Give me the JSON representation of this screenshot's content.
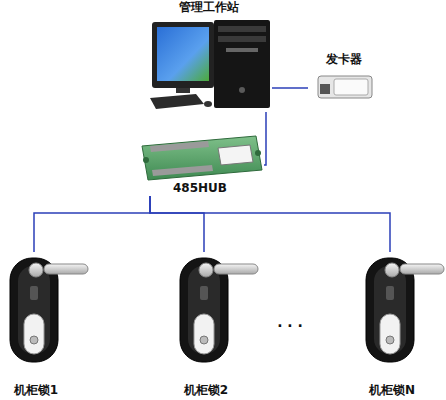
{
  "diagram": {
    "nodes": [
      {
        "text": [
          "管理工作站"
        ]
      },
      {
        "text": [
          "发卡器"
        ]
      },
      {
        "text": [
          "485HUB"
        ]
      },
      {
        "text": [
          "机柜锁1"
        ]
      },
      {
        "text": [
          "机柜锁2"
        ]
      },
      {
        "text": [
          "机柜锁N"
        ]
      }
    ],
    "edges": [
      {
        "from": 0,
        "to": 1,
        "arrow": "none"
      },
      {
        "from": 0,
        "to": 2,
        "arrow": "none"
      },
      {
        "from": 2,
        "to": 3,
        "arrow": "none"
      },
      {
        "from": 2,
        "to": 4,
        "arrow": "none"
      },
      {
        "from": 2,
        "to": 5,
        "arrow": "none"
      }
    ],
    "labels": [
      "· · ·"
    ]
  }
}
